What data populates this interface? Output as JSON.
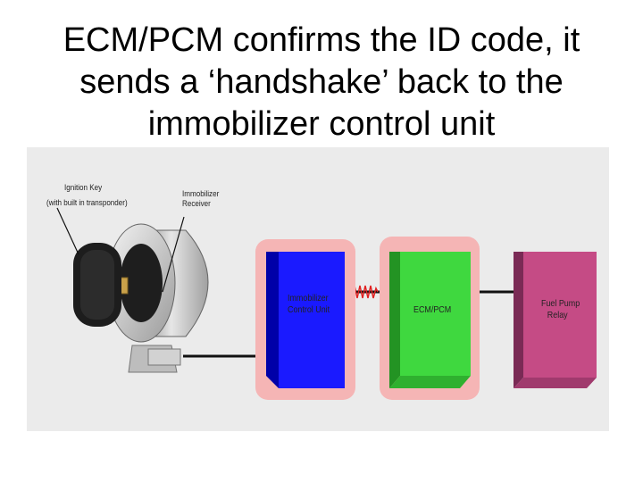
{
  "slide": {
    "title_lines": [
      "ECM/PCM confirms the ID code, it",
      "sends a ‘handshake’ back to the",
      "immobilizer control unit"
    ]
  },
  "diagram": {
    "ignition_key_label": [
      "Ignition Key",
      "(with built in transponder)"
    ],
    "receiver_label": [
      "Immobilizer",
      "Receiver"
    ],
    "immobilizer_unit_label": [
      "Immobilizer",
      "Control Unit"
    ],
    "ecm_label": "ECM/PCM",
    "fuel_pump_label": [
      "Fuel Pump",
      "Relay"
    ],
    "colors": {
      "background": "#ebebeb",
      "immobilizer_unit": "#1a1aff",
      "ecm_pcm": "#3fd83f",
      "fuel_pump_relay": "#c54b85",
      "highlight_glow": "#f5b5b5",
      "signal": "#e02020",
      "wire": "#111111"
    }
  }
}
